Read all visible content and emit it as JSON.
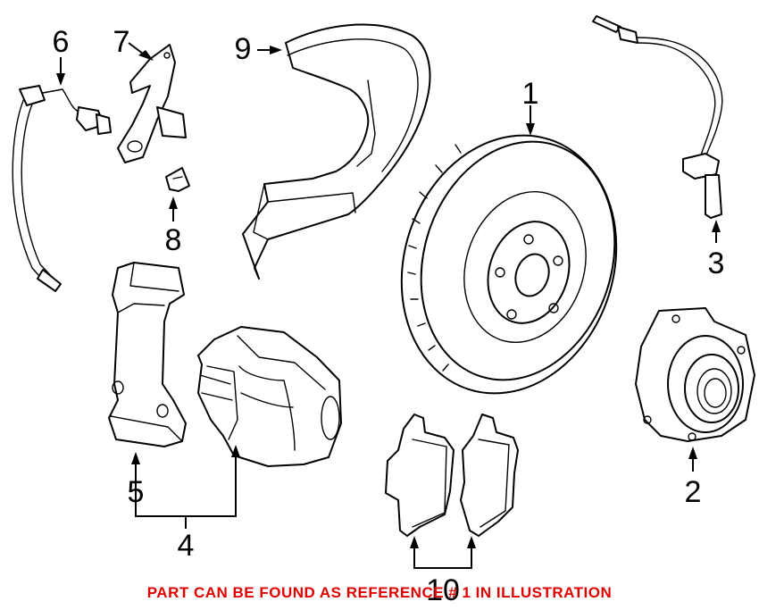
{
  "callouts": {
    "c1": "1",
    "c2": "2",
    "c3": "3",
    "c4": "4",
    "c5": "5",
    "c6": "6",
    "c7": "7",
    "c8": "8",
    "c9": "9",
    "c10": "10"
  },
  "note": "PART CAN BE FOUND AS REFERENCE # 1 IN ILLUSTRATION",
  "colors": {
    "line": "#000000",
    "note": "#e10000",
    "background": "#ffffff"
  }
}
